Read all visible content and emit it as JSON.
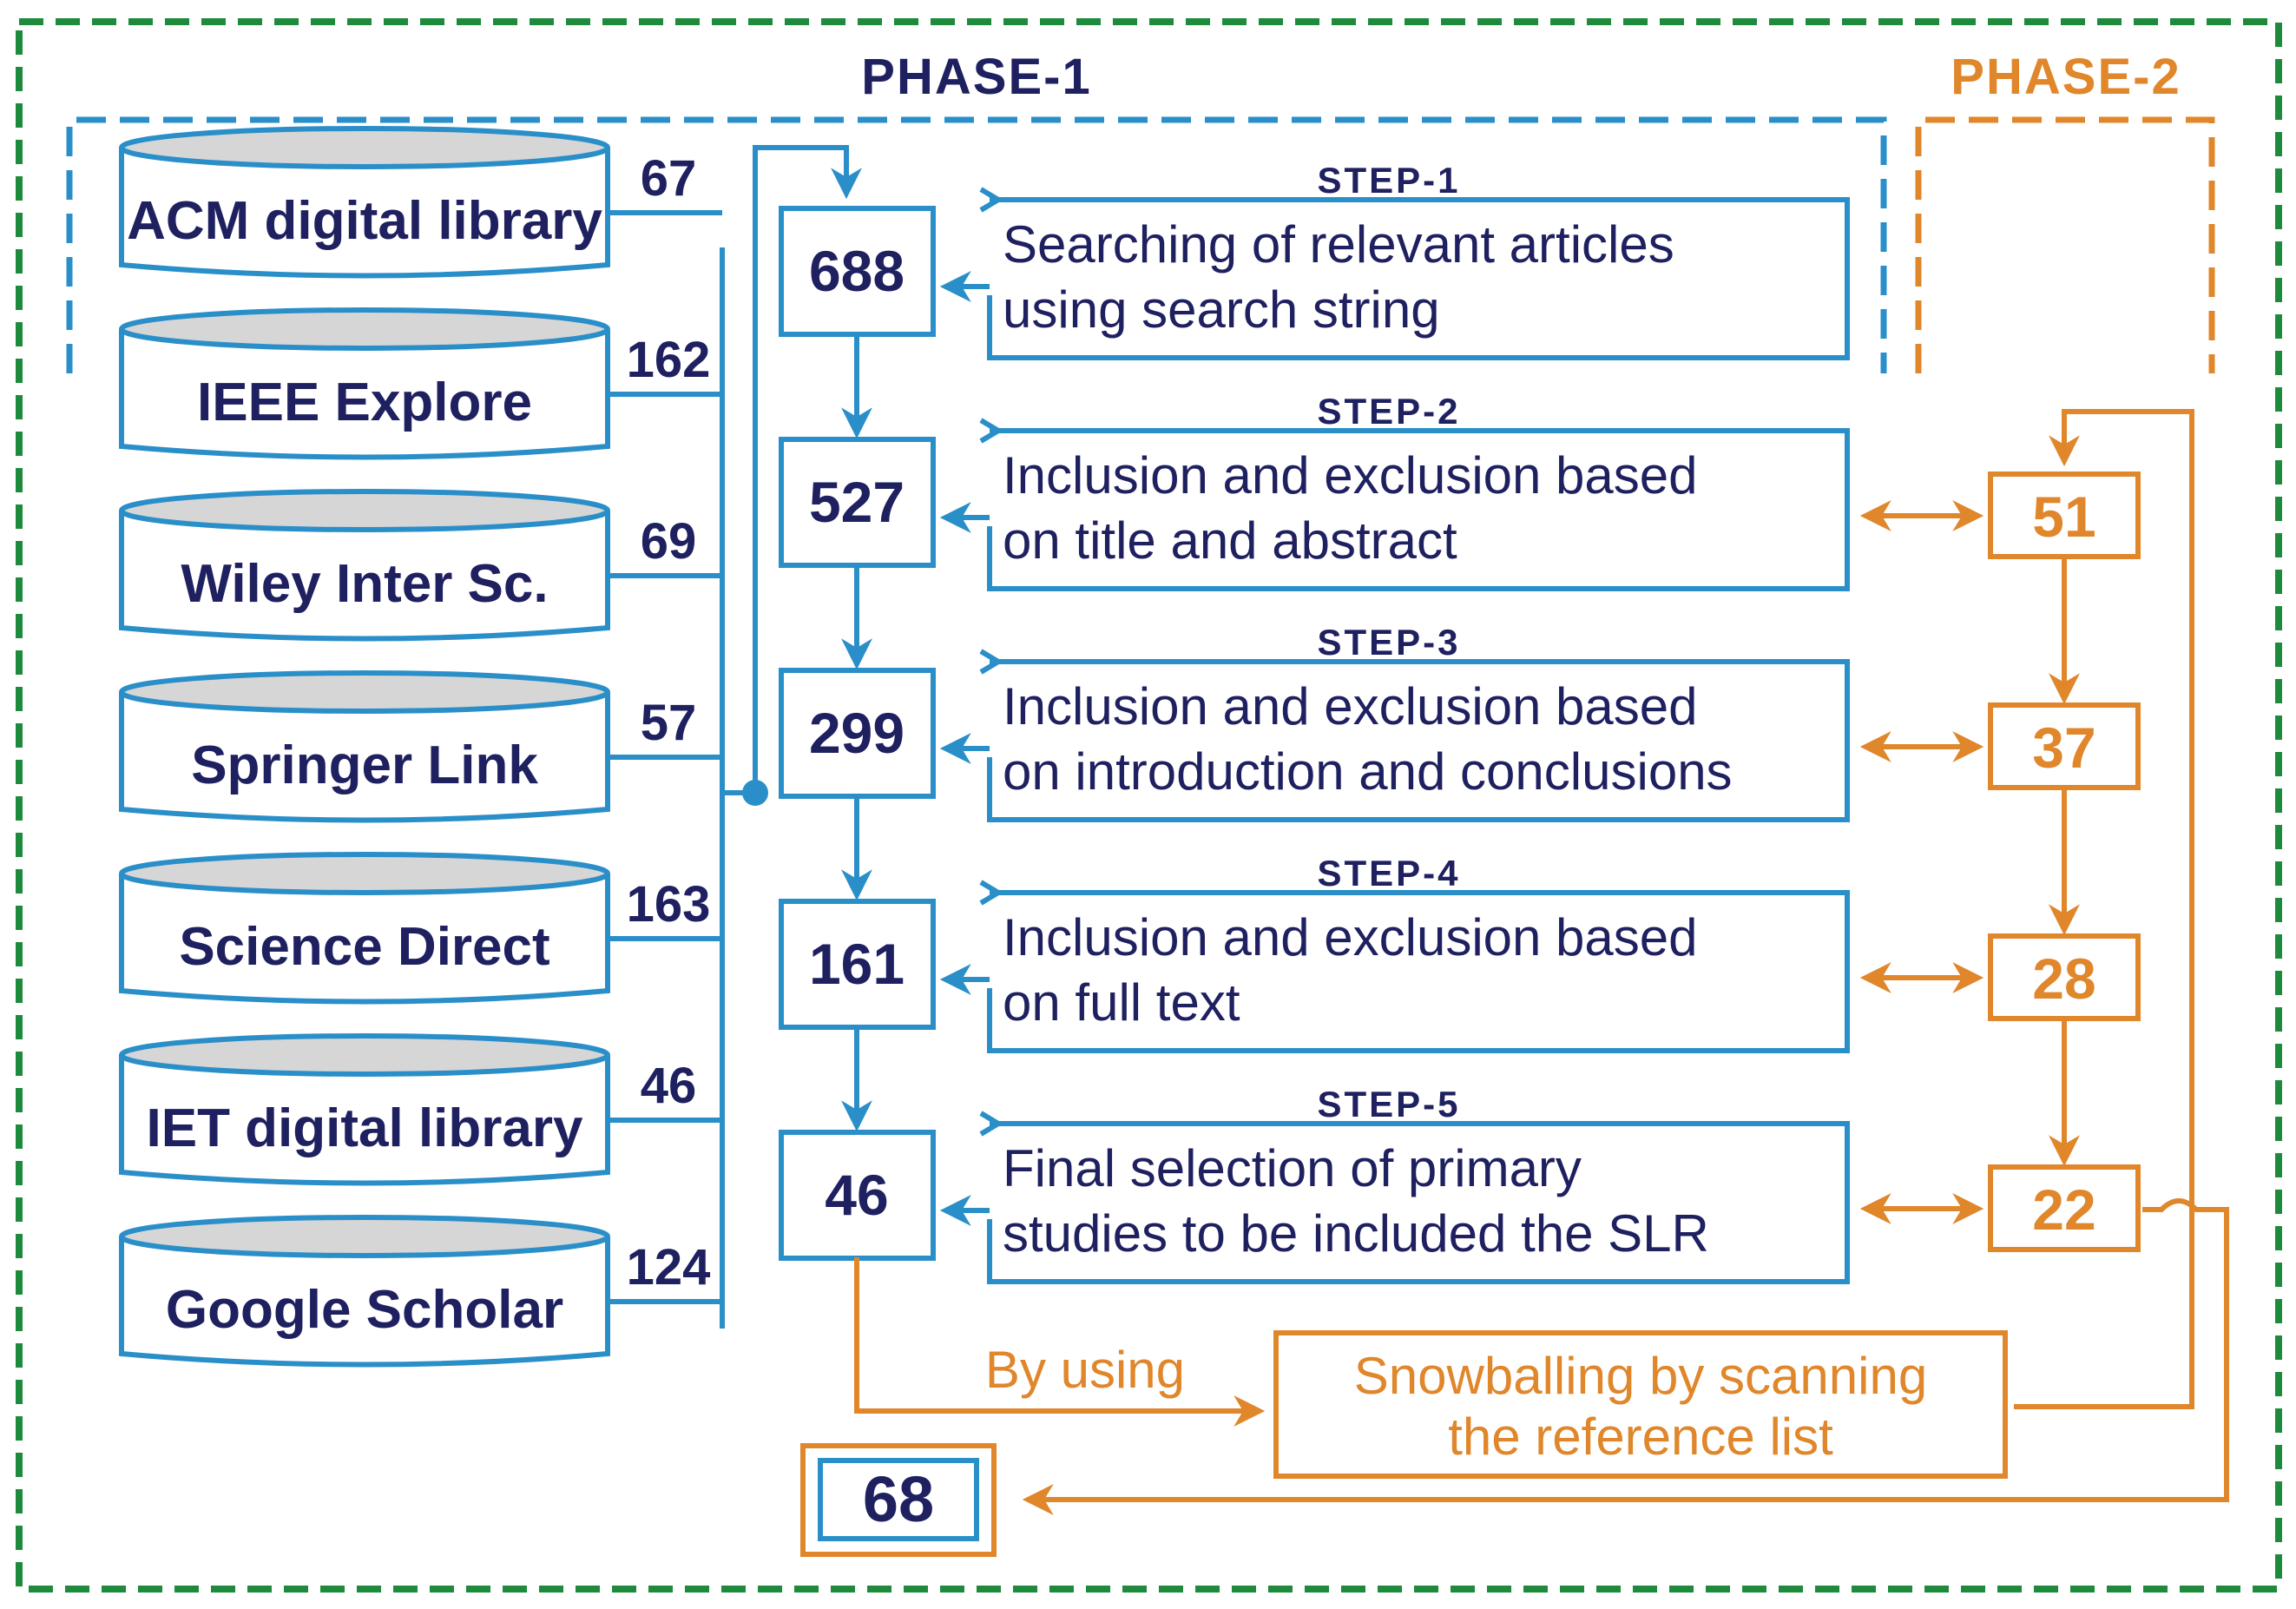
{
  "colors": {
    "outer_border": "#1e8a3c",
    "phase1": "#2a8fc9",
    "phase2": "#e0862b",
    "text_dark": "#1f2060",
    "cylinder_top": "#d6d6d6"
  },
  "phase1": {
    "label": "PHASE-1"
  },
  "phase2": {
    "label": "PHASE-2"
  },
  "databases": [
    {
      "name": "ACM digital library",
      "count": "67"
    },
    {
      "name": "IEEE Explore",
      "count": "162"
    },
    {
      "name": "Wiley Inter Sc.",
      "count": "69"
    },
    {
      "name": "Springer Link",
      "count": "57"
    },
    {
      "name": "Science Direct",
      "count": "163"
    },
    {
      "name": "IET digital library",
      "count": "46"
    },
    {
      "name": "Google Scholar",
      "count": "124"
    }
  ],
  "steps": [
    {
      "label": "STEP-1",
      "count": "688",
      "line1": "Searching of relevant articles",
      "line2": "using search string"
    },
    {
      "label": "STEP-2",
      "count": "527",
      "line1": "Inclusion and exclusion based",
      "line2": "on title and abstract"
    },
    {
      "label": "STEP-3",
      "count": "299",
      "line1": "Inclusion and exclusion based",
      "line2": "on introduction and conclusions"
    },
    {
      "label": "STEP-4",
      "count": "161",
      "line1": "Inclusion and exclusion based",
      "line2": "on full text"
    },
    {
      "label": "STEP-5",
      "count": "46",
      "line1": "Final selection of primary",
      "line2": "studies to be included the SLR"
    }
  ],
  "phase2_counts": [
    "51",
    "37",
    "28",
    "22"
  ],
  "snowball": {
    "by_using": "By using",
    "line1": "Snowballing by scanning",
    "line2": "the reference list"
  },
  "final": {
    "count": "68"
  }
}
